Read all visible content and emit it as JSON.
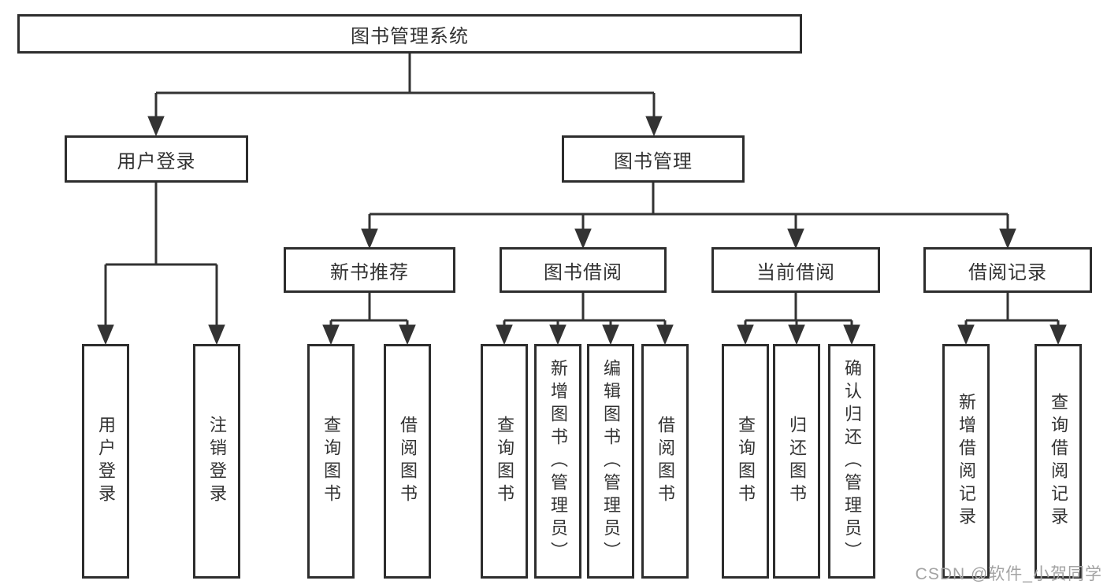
{
  "tree": {
    "root": {
      "label": "图书管理系统"
    },
    "branches": [
      {
        "label": "用户登录",
        "children": [
          {
            "label": "用户登录"
          },
          {
            "label": "注销登录"
          }
        ]
      },
      {
        "label": "图书管理",
        "children": [
          {
            "label": "新书推荐",
            "children": [
              {
                "label": "查询图书"
              },
              {
                "label": "借阅图书"
              }
            ]
          },
          {
            "label": "图书借阅",
            "children": [
              {
                "label": "查询图书"
              },
              {
                "label": "新增图书（管理员）"
              },
              {
                "label": "编辑图书（管理员）"
              },
              {
                "label": "借阅图书"
              }
            ]
          },
          {
            "label": "当前借阅",
            "children": [
              {
                "label": "查询图书"
              },
              {
                "label": "归还图书"
              },
              {
                "label": "确认归还（管理员）"
              }
            ]
          },
          {
            "label": "借阅记录",
            "children": [
              {
                "label": "新增借阅记录"
              },
              {
                "label": "查询借阅记录"
              }
            ]
          }
        ]
      }
    ]
  },
  "watermark": {
    "text": "CSDN @软件_小贺同学"
  },
  "colors": {
    "line": "#333333",
    "box_border": "#2d2d2d",
    "text": "#333333",
    "watermark": "#a3a3a3",
    "background": "#ffffff"
  }
}
